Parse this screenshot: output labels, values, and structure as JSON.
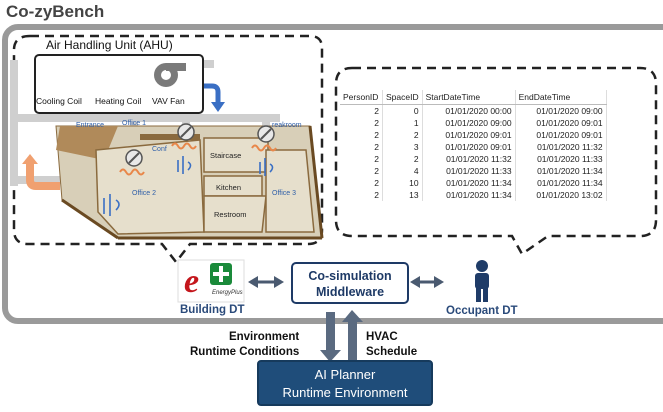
{
  "title": "Co-zyBench",
  "ahu": {
    "title": "Air Handling Unit (AHU)",
    "components": [
      "Cooling Coil",
      "Heating Coil",
      "VAV Fan"
    ]
  },
  "rooms": {
    "entrance": "Entrance",
    "office1": "Office 1",
    "conf": "Conf",
    "staircase": "Staircase",
    "kitchen": "Kitchen",
    "restroom": "Restroom",
    "office2": "Office 2",
    "office3": "Office 3",
    "breakroom": "reakroom"
  },
  "table": {
    "headers": [
      "PersonID",
      "SpaceID",
      "StartDateTime",
      "EndDateTime"
    ],
    "rows": [
      [
        "2",
        "0",
        "01/01/2020 00:00",
        "01/01/2020 09:00"
      ],
      [
        "2",
        "1",
        "01/01/2020 09:00",
        "01/01/2020 09:01"
      ],
      [
        "2",
        "2",
        "01/01/2020 09:01",
        "01/01/2020 09:01"
      ],
      [
        "2",
        "3",
        "01/01/2020 09:01",
        "01/01/2020 11:32"
      ],
      [
        "2",
        "2",
        "01/01/2020 11:32",
        "01/01/2020 11:33"
      ],
      [
        "2",
        "4",
        "01/01/2020 11:33",
        "01/01/2020 11:34"
      ],
      [
        "2",
        "10",
        "01/01/2020 11:34",
        "01/01/2020 11:34"
      ],
      [
        "2",
        "13",
        "01/01/2020 11:34",
        "01/01/2020 13:02"
      ]
    ]
  },
  "energyplus": {
    "logo_text": "EnergyPlus"
  },
  "building_dt": "Building DT",
  "middleware": {
    "line1": "Co-simulation",
    "line2": "Middleware"
  },
  "occupant_dt": "Occupant DT",
  "flows": {
    "env_line1": "Environment",
    "env_line2": "Runtime Conditions",
    "hvac_line1": "HVAC",
    "hvac_line2": "Schedule"
  },
  "ai_planner": {
    "line1": "AI Planner",
    "line2": "Runtime Environment"
  },
  "colors": {
    "frame": "#9a9a9a",
    "navy": "#1e3a66",
    "planner_fill": "#1f4d7a",
    "cooling": "#3a6fc4",
    "heating": "#e8874a",
    "fan": "#7a7a7a",
    "floor": "#d8cfb8",
    "wall": "#8a6a3e",
    "duct": "#cfcfcf"
  }
}
